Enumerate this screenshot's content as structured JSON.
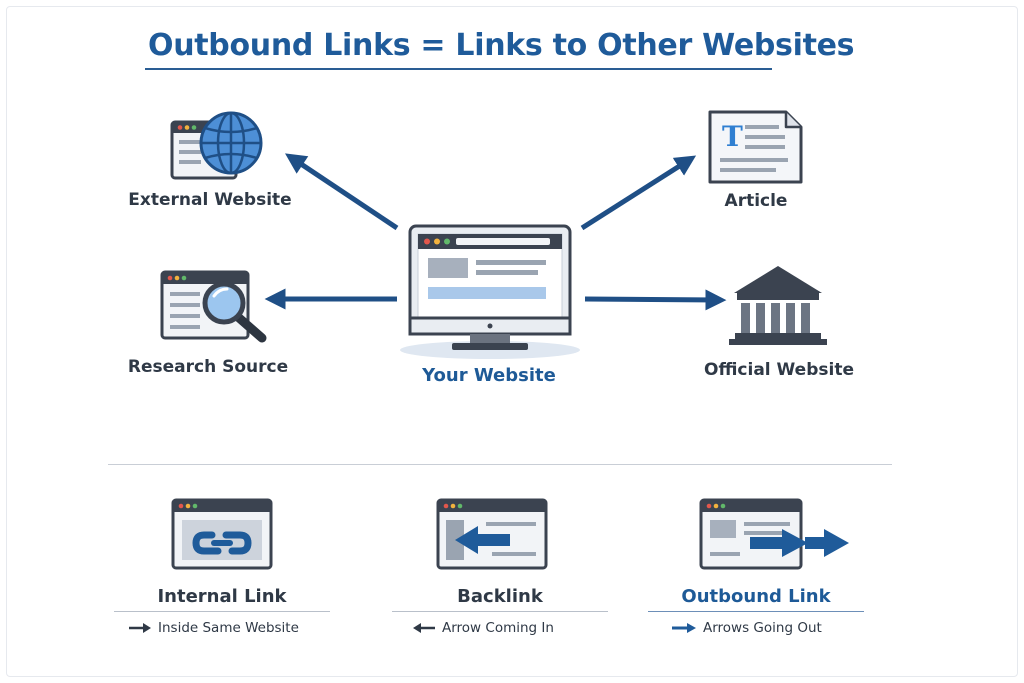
{
  "title": "Outbound Links = Links to Other Websites",
  "center_node": {
    "label": "Your Website",
    "icon": "monitor-icon"
  },
  "nodes": [
    {
      "id": "external-website",
      "label": "External Website",
      "icon": "globe-icon"
    },
    {
      "id": "research-source",
      "label": "Research Source",
      "icon": "magnifier-icon"
    },
    {
      "id": "article",
      "label": "Article",
      "icon": "document-icon"
    },
    {
      "id": "official-website",
      "label": "Official Website",
      "icon": "building-icon"
    }
  ],
  "legend": [
    {
      "id": "internal-link",
      "title": "Internal Link",
      "desc": "Inside Same Website",
      "icon": "chain-link-icon",
      "desc_arrow": "right"
    },
    {
      "id": "backlink",
      "title": "Backlink",
      "desc": "Arrow Coming In",
      "icon": "incoming-arrow-icon",
      "desc_arrow": "left"
    },
    {
      "id": "outbound-link",
      "title": "Outbound Link",
      "desc": "Arrows Going Out",
      "icon": "outgoing-arrow-icon",
      "desc_arrow": "right",
      "active": true
    }
  ],
  "colors": {
    "accent": "#1e5a97",
    "arrow": "#1f4f86",
    "text": "#2f3946",
    "browser_frame": "#3b4350",
    "browser_fill": "#f2f4f7",
    "light_blue": "#a9c8ea"
  }
}
